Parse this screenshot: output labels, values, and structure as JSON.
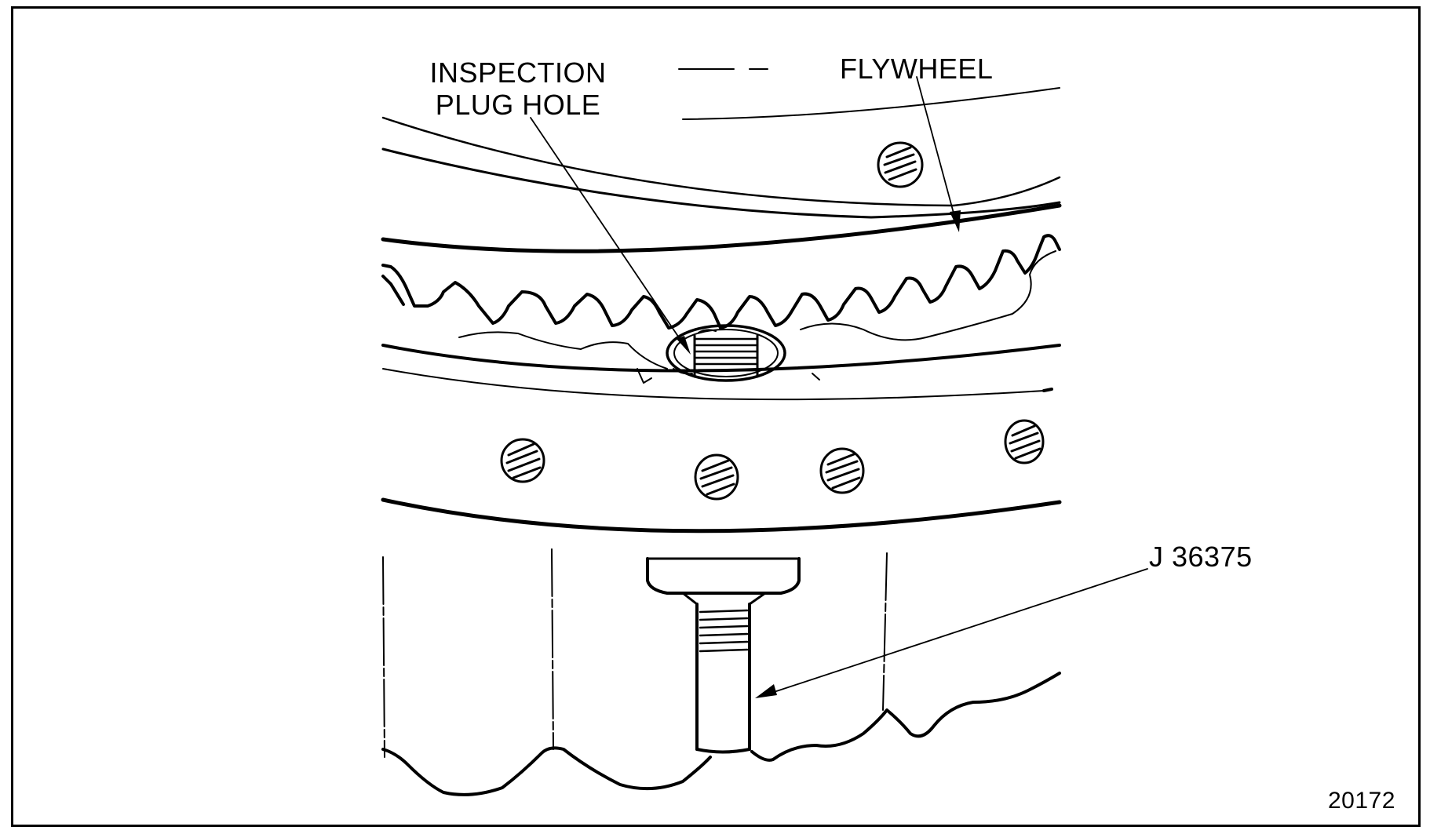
{
  "labels": {
    "inspection_line1": "INSPECTION",
    "inspection_line2": "PLUG HOLE",
    "flywheel": "FLYWHEEL",
    "tool": "J 36375",
    "figure_number": "20172"
  },
  "colors": {
    "ink": "#000000",
    "paper": "#ffffff"
  }
}
